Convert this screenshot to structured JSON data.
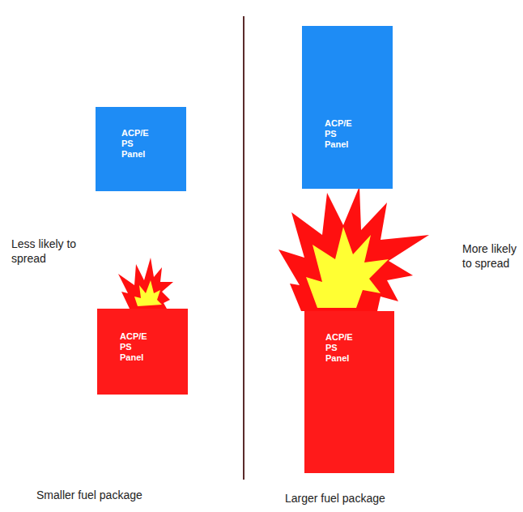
{
  "diagram": {
    "nodes": [
      {
        "text": [
          "ACP/E PS Panel"
        ]
      },
      {
        "text": [
          "ACP/E PS Panel"
        ]
      },
      {
        "text": [
          "ACP/E PS Panel"
        ]
      },
      {
        "text": [
          "ACP/E PS Panel"
        ]
      }
    ],
    "labels": [
      "Less likely to spread",
      "More likely to spread",
      "Smaller fuel package",
      "Larger fuel package"
    ]
  }
}
